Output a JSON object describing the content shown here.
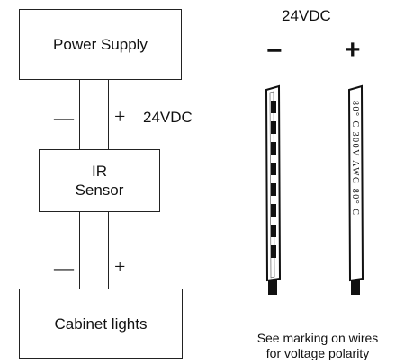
{
  "diagram": {
    "power_supply": "Power Supply",
    "ir_sensor_line1": "IR",
    "ir_sensor_line2": "Sensor",
    "cabinet_lights": "Cabinet lights",
    "upper_neg": "—",
    "upper_pos": "+",
    "upper_voltage": "24VDC",
    "lower_neg": "—",
    "lower_pos": "+"
  },
  "wires": {
    "voltage_title": "24VDC",
    "neg_sign": "−",
    "pos_sign": "+",
    "pos_wire_marking": "80° C 300V AWG 80° C",
    "note_line1": "See marking on wires",
    "note_line2": "for voltage polarity"
  }
}
